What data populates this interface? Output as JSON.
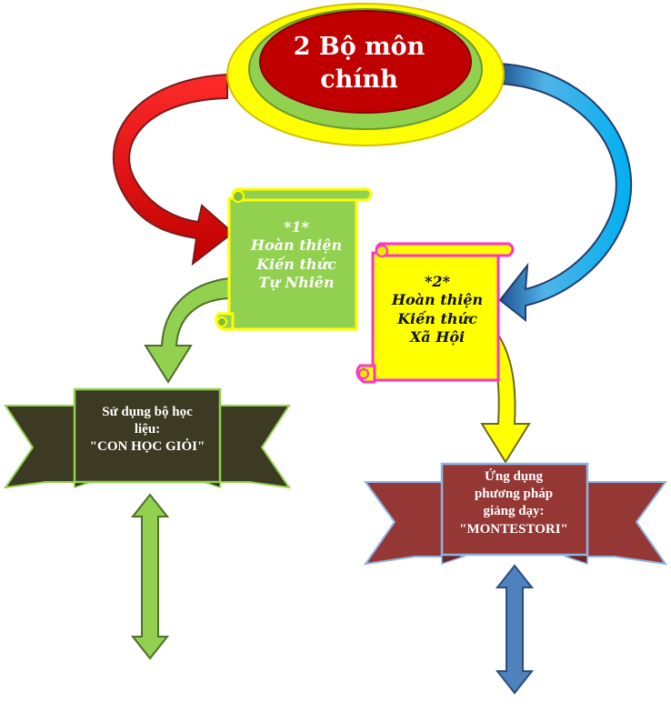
{
  "hub": {
    "line1": "2 Bộ môn",
    "line2": "chính"
  },
  "scroll_natural": {
    "number": "*1*",
    "line1": "Hoàn thiện",
    "line2": "Kiến thức",
    "line3": "Tự Nhiên"
  },
  "scroll_social": {
    "number": "*2*",
    "line1": "Hoàn thiện",
    "line2": "Kiến thức",
    "line3": "Xã Hội"
  },
  "banner_left": {
    "line1": "Sử dụng bộ học",
    "line2": "liệu:",
    "line3": "\"CON HỌC GIỎI\""
  },
  "banner_right": {
    "line1": "Ứng dụng",
    "line2": "phương pháp",
    "line3": "giảng dạy:",
    "line4": "\"MONTESTORI\""
  },
  "colors": {
    "hub_outer": "#ffff00",
    "hub_middle": "#92d050",
    "hub_inner": "#c00000",
    "arrow_left": "#ff0000",
    "arrow_right": "#00b0f0",
    "scroll_natural": "#92d050",
    "scroll_social": "#ffff00",
    "banner_left": "#3c3a22",
    "banner_right": "#953735",
    "arrow_down_left": "#92d050",
    "arrow_down_right": "#ffff00",
    "double_arrow_left": "#92d050",
    "double_arrow_right": "#4f81bd"
  }
}
